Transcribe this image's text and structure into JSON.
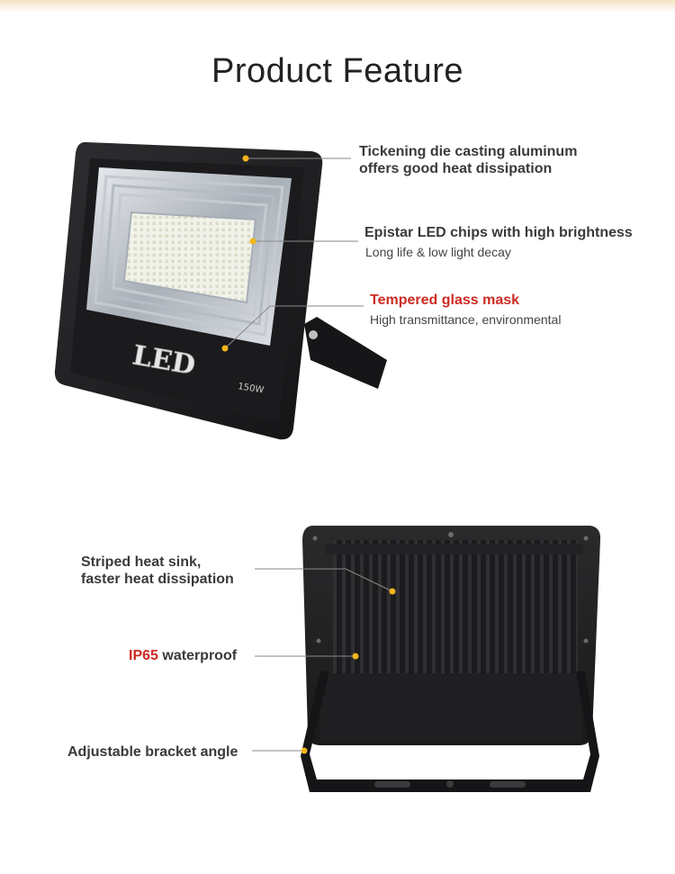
{
  "page": {
    "title": "Product Feature"
  },
  "product_top": {
    "logo_text": "LED",
    "wattage_label": "150W",
    "features": [
      {
        "title": "Tickening die casting aluminum",
        "title_line2": "offers good heat dissipation"
      },
      {
        "title": "Epistar LED chips with high brightness",
        "subtitle": "Long life & low light decay"
      },
      {
        "title": "Tempered glass mask",
        "subtitle": "High transmittance, environmental"
      }
    ]
  },
  "product_bottom": {
    "features": [
      {
        "line1": "Striped heat sink,",
        "line2": "faster heat dissipation"
      },
      {
        "highlight": "IP65",
        "rest": " waterproof"
      },
      {
        "text": "Adjustable bracket angle"
      }
    ]
  },
  "colors": {
    "accent_dot": "#f2b51a",
    "highlight_red": "#cc2b22",
    "leader_line": "#8a8a8a",
    "housing": "#1c1c1e"
  }
}
